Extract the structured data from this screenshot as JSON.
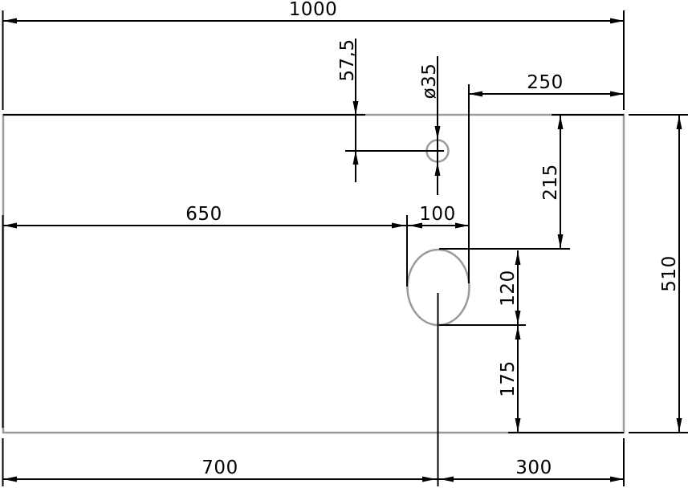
{
  "drawing": {
    "description": "Dimensioned technical drawing of a 1000 x 510 countertop panel with a ø35 faucet hole and a 100 x 120 oval basin cutout",
    "colors": {
      "outline": "#9a9a9a",
      "dimensions": "#000000",
      "background": "#ffffff"
    },
    "labels": {
      "overall_width": "1000",
      "overall_depth": "510",
      "faucet_offset_top": "57,5",
      "faucet_diameter": "ø35",
      "right_edge_to_cutout": "250",
      "left_edge_to_cutout": "650",
      "cutout_width": "100",
      "top_edge_to_cutout": "215",
      "cutout_height": "120",
      "cutout_to_bottom_edge": "175",
      "left_edge_to_cutout_center": "700",
      "cutout_center_to_right_edge": "300"
    },
    "values_mm": {
      "overall_width": 1000,
      "overall_depth": 510,
      "faucet_offset_top": 57.5,
      "faucet_diameter": 35,
      "right_edge_to_cutout": 250,
      "left_edge_to_cutout": 650,
      "cutout_width": 100,
      "top_edge_to_cutout": 215,
      "cutout_height": 120,
      "cutout_to_bottom_edge": 175,
      "left_edge_to_cutout_center": 700,
      "cutout_center_to_right_edge": 300
    }
  }
}
